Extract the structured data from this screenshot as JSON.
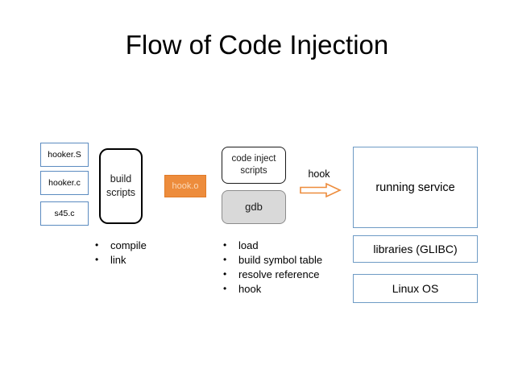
{
  "slide": {
    "title": "Flow of Code Injection",
    "background_color": "#FFFFFF"
  },
  "colors": {
    "file_box_border": "#5B8BC0",
    "right_box_border": "#6E9BC5",
    "hook_o_fill": "#ED8C3C",
    "hook_o_text": "#FBD9B8",
    "gdb_fill": "#D9D9D9",
    "gdb_border": "#8C8C8C",
    "arrow_stroke": "#ED8C3C",
    "outline_black": "#1A1A1A"
  },
  "source_files": [
    {
      "label": "hooker.S"
    },
    {
      "label": "hooker.c"
    },
    {
      "label": "s45.c"
    }
  ],
  "build_stage": {
    "box_label": "build\nscripts",
    "box_label_line1": "build",
    "box_label_line2": "scripts",
    "steps": [
      {
        "label": "compile"
      },
      {
        "label": "link"
      }
    ]
  },
  "artifact": {
    "label": "hook.o"
  },
  "inject_stage": {
    "scripts_label_line1": "code inject",
    "scripts_label_line2": "scripts",
    "debugger_label": "gdb",
    "steps": [
      {
        "label": "load"
      },
      {
        "label": "build symbol table"
      },
      {
        "label": "resolve reference"
      },
      {
        "label": "hook"
      }
    ]
  },
  "transition": {
    "arrow_label": "hook",
    "arrow_icon": "block-arrow-right-icon"
  },
  "target_stack": [
    {
      "label": "running service"
    },
    {
      "label": "libraries (GLIBC)"
    },
    {
      "label": "Linux OS"
    }
  ]
}
